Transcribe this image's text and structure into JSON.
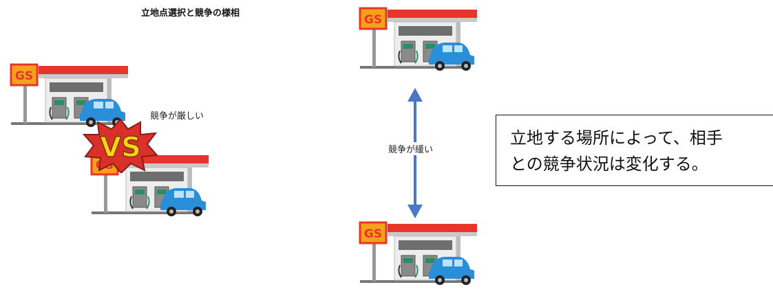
{
  "title": "立地点選択と競争の様相",
  "labels": {
    "intense": "競争が厳しい",
    "mild": "競争が緩い",
    "vs": "VS"
  },
  "gs_sign": "GS",
  "note": {
    "line1": "立地する場所によって、相手",
    "line2": "との競争状況は変化する。"
  },
  "colors": {
    "canopy": "#e8352a",
    "sign": "#f5a21a",
    "car": "#2a8fd8",
    "arrow": "#4a78c8",
    "vs_burst": "#d9302a",
    "vs_text": "#ffd21a"
  }
}
